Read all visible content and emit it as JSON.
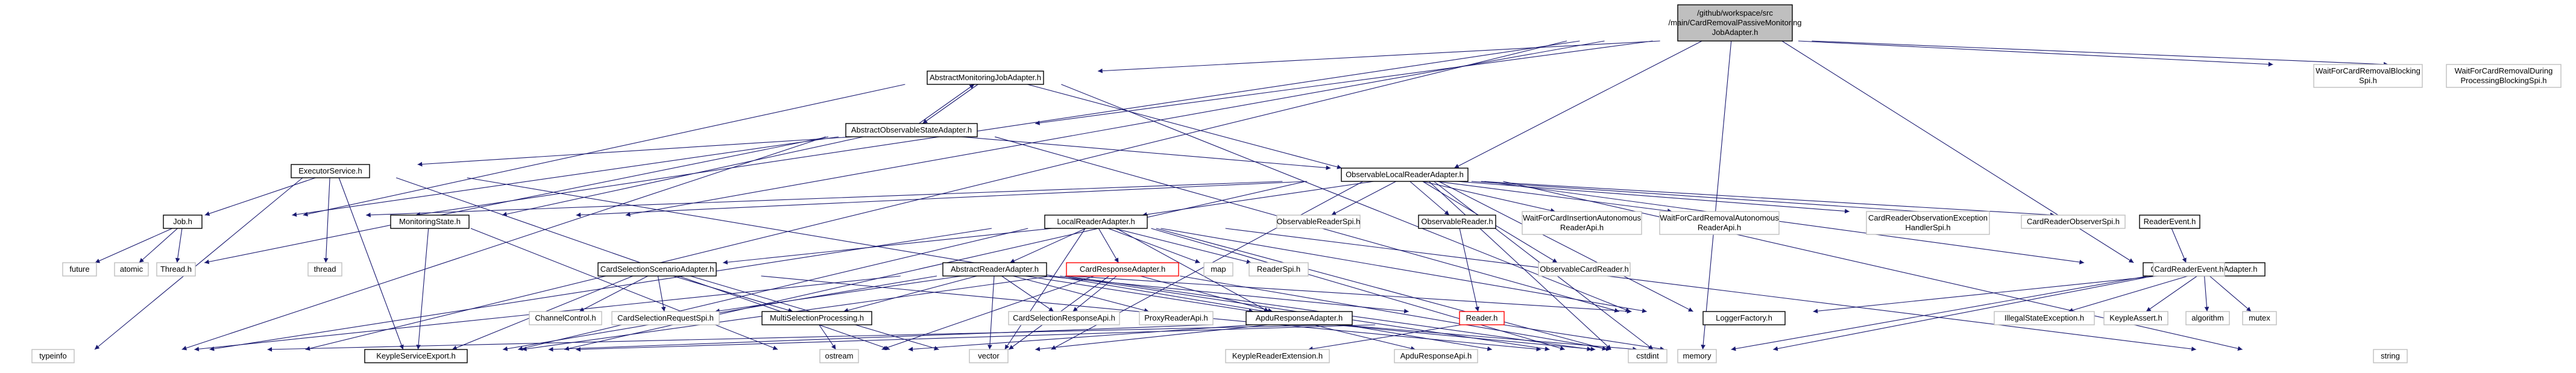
{
  "graph": {
    "root": "root",
    "colors": {
      "edge": "#191970",
      "root_fill": "#bfbfbf",
      "box_border": "#000000",
      "leaf_border": "#bfbfbf",
      "alert_border": "#ff0000"
    },
    "nodes": [
      {
        "id": "root",
        "lines": [
          "/github/workspace/src",
          "/main/CardRemovalPassiveMonitoring",
          "JobAdapter.h"
        ],
        "style": "root"
      },
      {
        "id": "amja",
        "lines": [
          "AbstractMonitoringJobAdapter.h"
        ],
        "style": "boxed"
      },
      {
        "id": "aosa",
        "lines": [
          "AbstractObservableStateAdapter.h"
        ],
        "style": "boxed"
      },
      {
        "id": "olra",
        "lines": [
          "ObservableLocalReaderAdapter.h"
        ],
        "style": "boxed"
      },
      {
        "id": "wcrbs",
        "lines": [
          "WaitForCardRemovalBlocking",
          "Spi.h"
        ],
        "style": "leaf"
      },
      {
        "id": "wcrdp",
        "lines": [
          "WaitForCardRemovalDuring",
          "ProcessingBlockingSpi.h"
        ],
        "style": "leaf"
      },
      {
        "id": "es",
        "lines": [
          "ExecutorService.h"
        ],
        "style": "boxed"
      },
      {
        "id": "job",
        "lines": [
          "Job.h"
        ],
        "style": "boxed"
      },
      {
        "id": "thread",
        "lines": [
          "thread"
        ],
        "style": "leaf"
      },
      {
        "id": "ms",
        "lines": [
          "MonitoringState.h"
        ],
        "style": "boxed"
      },
      {
        "id": "future",
        "lines": [
          "future"
        ],
        "style": "leaf"
      },
      {
        "id": "atomic",
        "lines": [
          "atomic"
        ],
        "style": "leaf"
      },
      {
        "id": "threadh",
        "lines": [
          "Thread.h"
        ],
        "style": "leaf"
      },
      {
        "id": "lra",
        "lines": [
          "LocalReaderAdapter.h"
        ],
        "style": "boxed"
      },
      {
        "id": "orspi",
        "lines": [
          "ObservableReaderSpi.h"
        ],
        "style": "leaf"
      },
      {
        "id": "orh",
        "lines": [
          "ObservableReader.h"
        ],
        "style": "boxed"
      },
      {
        "id": "wcia",
        "lines": [
          "WaitForCardInsertionAutonomous",
          "ReaderApi.h"
        ],
        "style": "leaf"
      },
      {
        "id": "wcra",
        "lines": [
          "WaitForCardRemovalAutonomous",
          "ReaderApi.h"
        ],
        "style": "leaf"
      },
      {
        "id": "croeh",
        "lines": [
          "CardReaderObservationException",
          "HandlerSpi.h"
        ],
        "style": "leaf"
      },
      {
        "id": "crospi",
        "lines": [
          "CardReaderObserverSpi.h"
        ],
        "style": "leaf"
      },
      {
        "id": "re",
        "lines": [
          "ReaderEvent.h"
        ],
        "style": "boxed"
      },
      {
        "id": "oma",
        "lines": [
          "ObservationManagerAdapter.h"
        ],
        "style": "boxed"
      },
      {
        "id": "ocr",
        "lines": [
          "ObservableCardReader.h"
        ],
        "style": "leaf"
      },
      {
        "id": "cre",
        "lines": [
          "CardReaderEvent.h"
        ],
        "style": "leaf"
      },
      {
        "id": "cssa",
        "lines": [
          "CardSelectionScenarioAdapter.h"
        ],
        "style": "boxed"
      },
      {
        "id": "ara",
        "lines": [
          "AbstractReaderAdapter.h"
        ],
        "style": "boxed"
      },
      {
        "id": "cra",
        "lines": [
          "CardResponseAdapter.h"
        ],
        "style": "red"
      },
      {
        "id": "map",
        "lines": [
          "map"
        ],
        "style": "leaf"
      },
      {
        "id": "rspi",
        "lines": [
          "ReaderSpi.h"
        ],
        "style": "leaf"
      },
      {
        "id": "cc",
        "lines": [
          "ChannelControl.h"
        ],
        "style": "leaf"
      },
      {
        "id": "csrspi",
        "lines": [
          "CardSelectionRequestSpi.h"
        ],
        "style": "leaf"
      },
      {
        "id": "msp",
        "lines": [
          "MultiSelectionProcessing.h"
        ],
        "style": "boxed"
      },
      {
        "id": "csra",
        "lines": [
          "CardSelectionResponseApi.h"
        ],
        "style": "leaf"
      },
      {
        "id": "pra",
        "lines": [
          "ProxyReaderApi.h"
        ],
        "style": "leaf"
      },
      {
        "id": "apdura",
        "lines": [
          "ApduResponseAdapter.h"
        ],
        "style": "boxed"
      },
      {
        "id": "reader",
        "lines": [
          "Reader.h"
        ],
        "style": "red"
      },
      {
        "id": "lf",
        "lines": [
          "LoggerFactory.h"
        ],
        "style": "boxed"
      },
      {
        "id": "ise",
        "lines": [
          "IllegalStateException.h"
        ],
        "style": "leaf"
      },
      {
        "id": "ka",
        "lines": [
          "KeypleAssert.h"
        ],
        "style": "leaf"
      },
      {
        "id": "algo",
        "lines": [
          "algorithm"
        ],
        "style": "leaf"
      },
      {
        "id": "mutex",
        "lines": [
          "mutex"
        ],
        "style": "leaf"
      },
      {
        "id": "string",
        "lines": [
          "string"
        ],
        "style": "leaf"
      },
      {
        "id": "typeinfo",
        "lines": [
          "typeinfo"
        ],
        "style": "leaf"
      },
      {
        "id": "kse",
        "lines": [
          "KeypleServiceExport.h"
        ],
        "style": "boxed"
      },
      {
        "id": "ostream",
        "lines": [
          "ostream"
        ],
        "style": "leaf"
      },
      {
        "id": "vector",
        "lines": [
          "vector"
        ],
        "style": "leaf"
      },
      {
        "id": "kre",
        "lines": [
          "KeypleReaderExtension.h"
        ],
        "style": "leaf"
      },
      {
        "id": "apduapi",
        "lines": [
          "ApduResponseApi.h"
        ],
        "style": "leaf"
      },
      {
        "id": "cstdint",
        "lines": [
          "cstdint"
        ],
        "style": "leaf"
      },
      {
        "id": "memory",
        "lines": [
          "memory"
        ],
        "style": "leaf"
      }
    ],
    "edges": [
      [
        "root",
        "amja"
      ],
      [
        "root",
        "aosa"
      ],
      [
        "root",
        "olra"
      ],
      [
        "root",
        "wcrbs"
      ],
      [
        "root",
        "wcrdp"
      ],
      [
        "root",
        "ms"
      ],
      [
        "root",
        "job"
      ],
      [
        "root",
        "typeinfo"
      ],
      [
        "root",
        "memory"
      ],
      [
        "root",
        "oma"
      ],
      [
        "amja",
        "aosa"
      ],
      [
        "amja",
        "olra"
      ],
      [
        "amja",
        "job"
      ],
      [
        "amja",
        "lf"
      ],
      [
        "aosa",
        "amja"
      ],
      [
        "aosa",
        "olra"
      ],
      [
        "aosa",
        "es"
      ],
      [
        "aosa",
        "job"
      ],
      [
        "aosa",
        "ms"
      ],
      [
        "aosa",
        "future"
      ],
      [
        "aosa",
        "typeinfo"
      ],
      [
        "aosa",
        "lf"
      ],
      [
        "es",
        "job"
      ],
      [
        "es",
        "thread"
      ],
      [
        "es",
        "typeinfo"
      ],
      [
        "es",
        "kse"
      ],
      [
        "es",
        "vector"
      ],
      [
        "es",
        "memory"
      ],
      [
        "job",
        "future"
      ],
      [
        "job",
        "atomic"
      ],
      [
        "job",
        "threadh"
      ],
      [
        "ms",
        "kse"
      ],
      [
        "ms",
        "ostream"
      ],
      [
        "olra",
        "lra"
      ],
      [
        "olra",
        "orspi"
      ],
      [
        "olra",
        "orh"
      ],
      [
        "olra",
        "wcia"
      ],
      [
        "olra",
        "wcra"
      ],
      [
        "olra",
        "croeh"
      ],
      [
        "olra",
        "crospi"
      ],
      [
        "olra",
        "re"
      ],
      [
        "olra",
        "oma"
      ],
      [
        "olra",
        "ocr"
      ],
      [
        "olra",
        "job"
      ],
      [
        "olra",
        "ms"
      ],
      [
        "olra",
        "lf"
      ],
      [
        "olra",
        "string"
      ],
      [
        "olra",
        "vector"
      ],
      [
        "olra",
        "memory"
      ],
      [
        "olra",
        "kse"
      ],
      [
        "olra",
        "cstdint"
      ],
      [
        "orh",
        "reader"
      ],
      [
        "re",
        "cre"
      ],
      [
        "lra",
        "cssa"
      ],
      [
        "lra",
        "ara"
      ],
      [
        "lra",
        "cra"
      ],
      [
        "lra",
        "map"
      ],
      [
        "lra",
        "rspi"
      ],
      [
        "lra",
        "lf"
      ],
      [
        "lra",
        "vector"
      ],
      [
        "lra",
        "memory"
      ],
      [
        "lra",
        "typeinfo"
      ],
      [
        "lra",
        "kse"
      ],
      [
        "lra",
        "cstdint"
      ],
      [
        "lra",
        "string"
      ],
      [
        "lra",
        "apdura"
      ],
      [
        "cssa",
        "cc"
      ],
      [
        "cssa",
        "csrspi"
      ],
      [
        "cssa",
        "msp"
      ],
      [
        "cssa",
        "vector"
      ],
      [
        "cssa",
        "memory"
      ],
      [
        "cssa",
        "kse"
      ],
      [
        "ara",
        "csrspi"
      ],
      [
        "ara",
        "msp"
      ],
      [
        "ara",
        "csra"
      ],
      [
        "ara",
        "pra"
      ],
      [
        "ara",
        "apdura"
      ],
      [
        "ara",
        "reader"
      ],
      [
        "ara",
        "lf"
      ],
      [
        "ara",
        "typeinfo"
      ],
      [
        "ara",
        "kse"
      ],
      [
        "ara",
        "vector"
      ],
      [
        "ara",
        "memory"
      ],
      [
        "ara",
        "cstdint"
      ],
      [
        "cra",
        "apdura"
      ],
      [
        "cra",
        "csra"
      ],
      [
        "cra",
        "vector"
      ],
      [
        "cra",
        "memory"
      ],
      [
        "cra",
        "kse"
      ],
      [
        "cra",
        "ostream"
      ],
      [
        "msp",
        "ostream"
      ],
      [
        "apdura",
        "apduapi"
      ],
      [
        "apdura",
        "kse"
      ],
      [
        "apdura",
        "ostream"
      ],
      [
        "apdura",
        "vector"
      ],
      [
        "apdura",
        "cstdint"
      ],
      [
        "apdura",
        "memory"
      ],
      [
        "reader",
        "kre"
      ],
      [
        "reader",
        "typeinfo"
      ],
      [
        "reader",
        "kse"
      ],
      [
        "reader",
        "memory"
      ],
      [
        "oma",
        "lf"
      ],
      [
        "oma",
        "ise"
      ],
      [
        "oma",
        "ka"
      ],
      [
        "oma",
        "algo"
      ],
      [
        "oma",
        "mutex"
      ],
      [
        "oma",
        "memory"
      ],
      [
        "oma",
        "cstdint"
      ]
    ]
  }
}
